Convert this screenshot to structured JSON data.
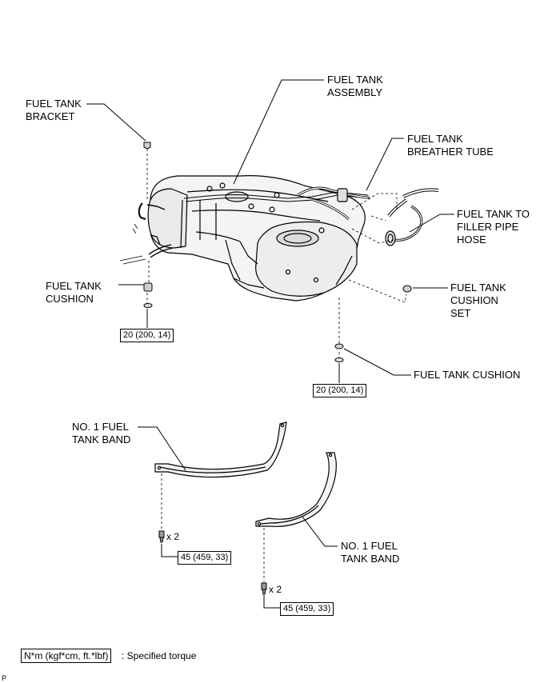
{
  "labels": {
    "fuel_tank_bracket": "FUEL TANK\nBRACKET",
    "fuel_tank_assembly": "FUEL TANK\nASSEMBLY",
    "fuel_tank_breather_tube": "FUEL TANK\nBREATHER TUBE",
    "fuel_tank_to_filler_pipe_hose": "FUEL TANK TO\nFILLER PIPE\nHOSE",
    "fuel_tank_cushion_left": "FUEL TANK\nCUSHION",
    "fuel_tank_cushion_set": "FUEL TANK\nCUSHION\nSET",
    "fuel_tank_cushion_right": "FUEL TANK CUSHION",
    "no1_fuel_tank_band_upper": "NO. 1 FUEL\nTANK BAND",
    "no1_fuel_tank_band_lower": "NO. 1 FUEL\nTANK BAND"
  },
  "torques": {
    "cushion_left": "20 (200, 14)",
    "cushion_right": "20 (200, 14)",
    "band_upper": "45 (459, 33)",
    "band_lower": "45 (459, 33)"
  },
  "quantities": {
    "band_upper_bolts": "x 2",
    "band_lower_bolts": "x 2"
  },
  "legend": {
    "unit_box": "N*m (kgf*cm, ft.*lbf)",
    "description": ": Specified torque"
  },
  "corner_mark": "P"
}
